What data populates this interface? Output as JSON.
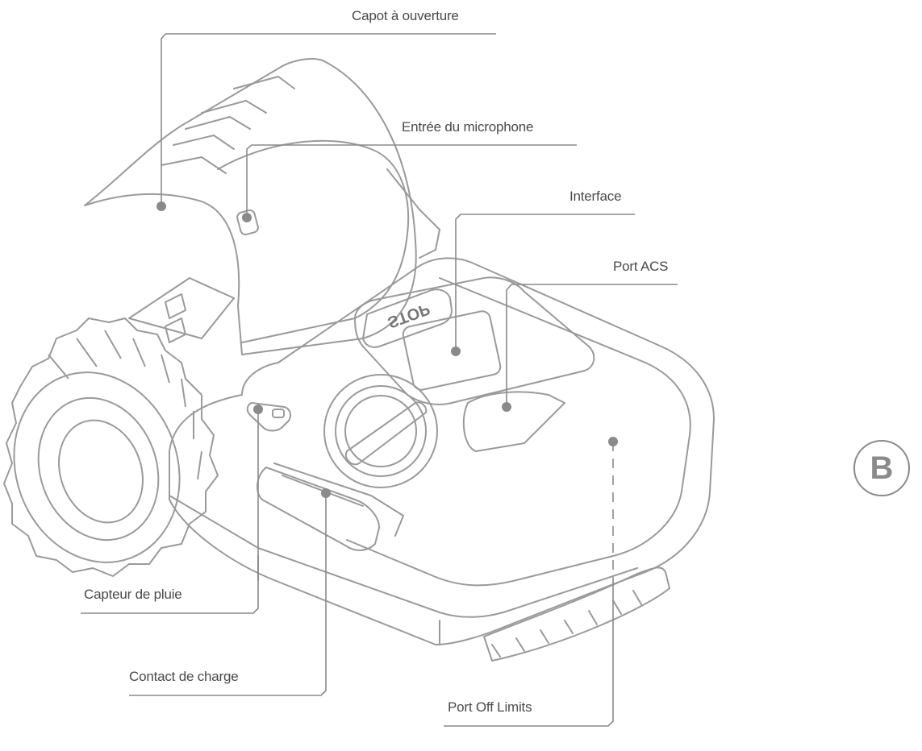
{
  "callouts": {
    "hood": "Capot à ouverture",
    "microphone": "Entrée du microphone",
    "interface": "Interface",
    "acs_port": "Port ACS",
    "rain_sensor": "Capteur de pluie",
    "charge_contact": "Contact de charge",
    "off_limits_port": "Port Off Limits"
  },
  "badge": "B",
  "stop_button_text": "STOP",
  "colors": {
    "line": "#8a8a8a",
    "outline": "#9a9a9a",
    "text": "#4a4a4a",
    "dot": "#8a8a8a"
  }
}
